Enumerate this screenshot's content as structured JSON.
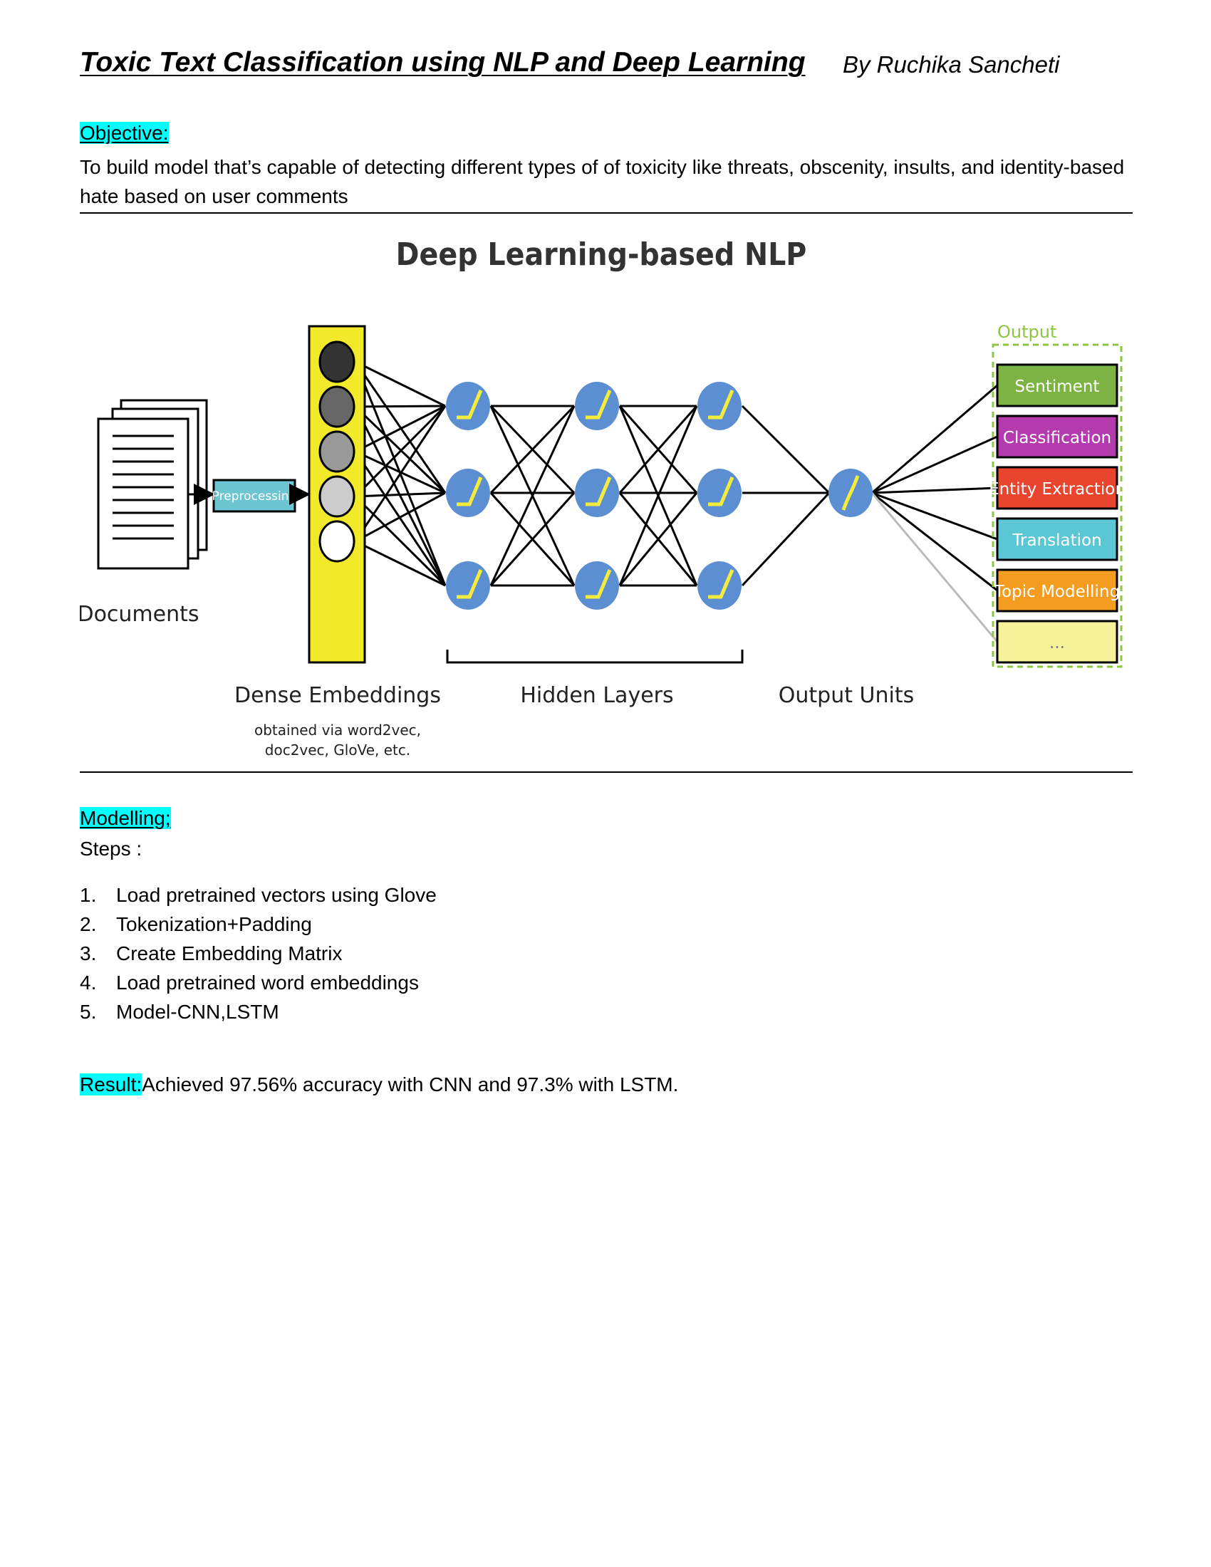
{
  "header": {
    "title": "Toxic Text Classification using NLP and Deep Learning",
    "author": "By Ruchika Sancheti"
  },
  "objective": {
    "label": "Objective:",
    "text": "To build model that’s capable of detecting different types of of toxicity like threats, obscenity, insults, and identity-based hate based on user comments"
  },
  "diagram": {
    "title": "Deep Learning-based NLP",
    "documents_label": "Documents",
    "preprocessing_label": "Preprocessing",
    "embeddings_label": "Dense Embeddings",
    "embeddings_note_line1": "obtained via word2vec,",
    "embeddings_note_line2": "doc2vec, GloVe, etc.",
    "hidden_label": "Hidden Layers",
    "output_units_label": "Output Units",
    "output_label": "Output",
    "embedding_colors": [
      "#333333",
      "#666666",
      "#999999",
      "#cccccc",
      "#ffffff"
    ],
    "outputs": [
      {
        "label": "Sentiment",
        "color": "#7cb342"
      },
      {
        "label": "Classification",
        "color": "#b43bae"
      },
      {
        "label": "Entity Extraction",
        "color": "#e8442e"
      },
      {
        "label": "Translation",
        "color": "#5bc6d4"
      },
      {
        "label": "Topic Modelling",
        "color": "#f39c1f"
      },
      {
        "label": "...",
        "color": "#f6f29a"
      }
    ]
  },
  "modelling": {
    "label": "Modelling;",
    "steps_label": "Steps :",
    "steps": [
      {
        "num": "1.",
        "text": "Load pretrained vectors using Glove"
      },
      {
        "num": "2.",
        "text": "Tokenization+Padding"
      },
      {
        "num": "3.",
        "text": "Create Embedding Matrix"
      },
      {
        "num": "4.",
        "text": "Load pretrained word embeddings"
      },
      {
        "num": "5.",
        "text": "Model-CNN,LSTM"
      }
    ]
  },
  "result": {
    "label": "Result:",
    "text": "Achieved 97.56% accuracy with CNN and 97.3% with LSTM."
  }
}
